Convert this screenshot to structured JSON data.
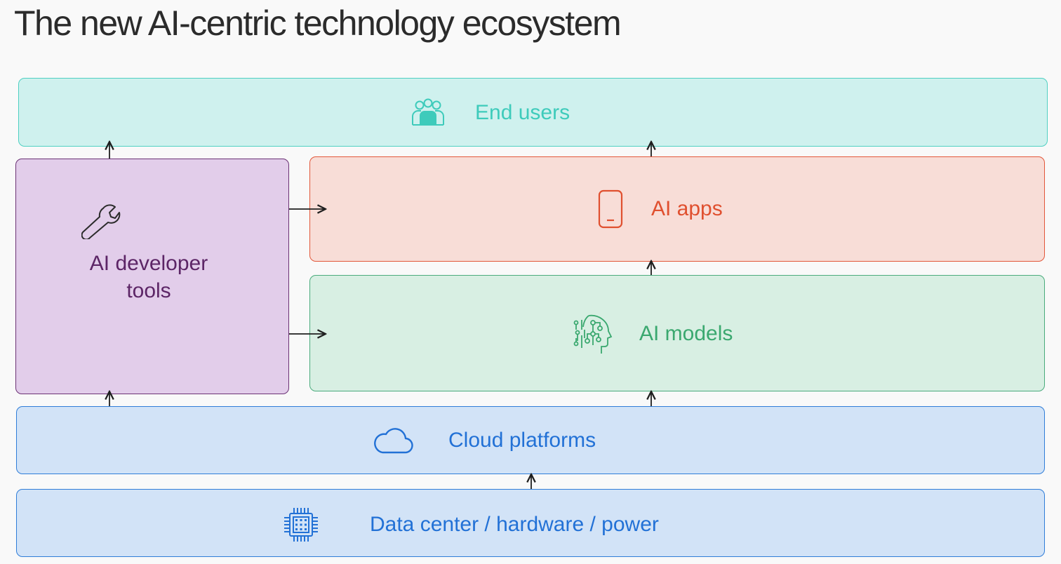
{
  "title": "The new AI-centric technology ecosystem",
  "layers": {
    "end_users": {
      "label": "End users",
      "icon": "users-group-icon",
      "color": "#3ecbbb"
    },
    "ai_apps": {
      "label": "AI apps",
      "icon": "mobile-phone-icon",
      "color": "#e0502f"
    },
    "ai_models": {
      "label": "AI models",
      "icon": "ai-brain-head-icon",
      "color": "#3aa86f"
    },
    "ai_developer_tools": {
      "label_line1": "AI developer",
      "label_line2": "tools",
      "icon": "wrench-icon",
      "color": "#5c2566"
    },
    "cloud_platforms": {
      "label": "Cloud platforms",
      "icon": "cloud-icon",
      "color": "#2271d6"
    },
    "data_center": {
      "label": "Data center / hardware / power",
      "icon": "chip-icon",
      "color": "#2271d6"
    }
  }
}
